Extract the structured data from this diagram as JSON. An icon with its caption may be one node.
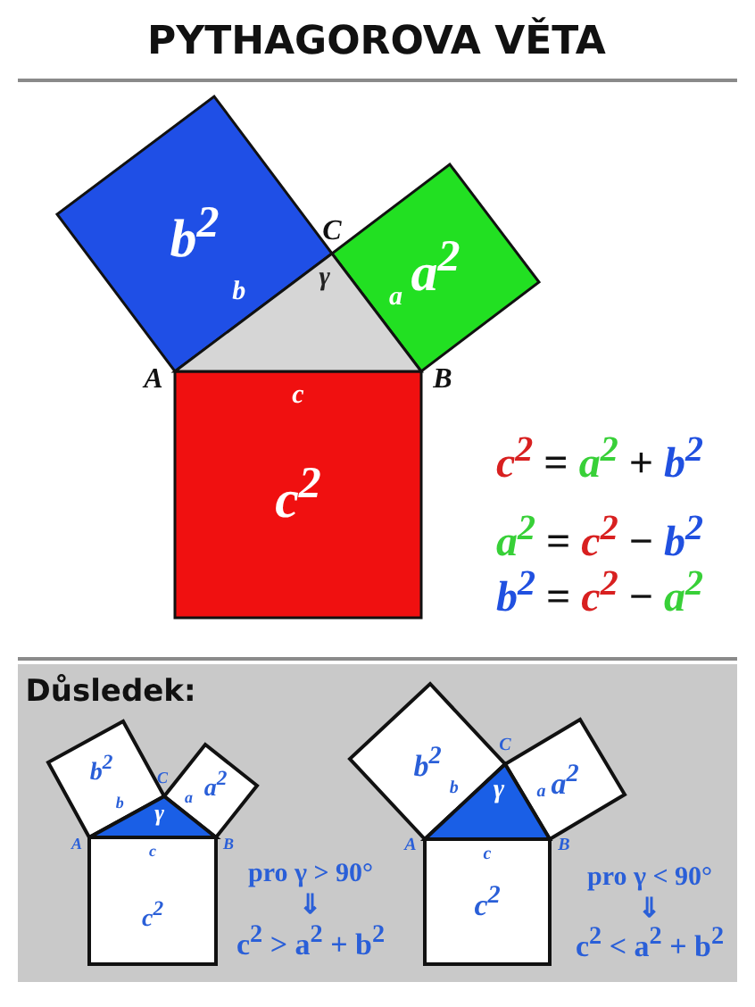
{
  "diagram": {
    "title": "PYTHAGOROVA VĚTA",
    "nodes": [
      {
        "text": [
          "b$^{2}$",
          "b"
        ]
      },
      {
        "text": [
          "γ"
        ]
      },
      {
        "text": [
          "a",
          "a$^{2}$"
        ]
      },
      {
        "text": [
          "c",
          "c$^{2}$"
        ]
      },
      {
        "text": [
          "b$^{2}$",
          "b"
        ]
      },
      {
        "text": [
          "γ"
        ]
      },
      {
        "text": [
          "a",
          "a$^{2}$"
        ]
      },
      {
        "text": [
          "c",
          "c$^{2}$"
        ]
      },
      {
        "text": [
          "b$^{2}$",
          "b"
        ]
      },
      {
        "text": [
          "γ"
        ]
      },
      {
        "text": [
          "a",
          "a$^{2}$"
        ]
      },
      {
        "text": [
          "c",
          "c$^{2}$"
        ]
      }
    ],
    "labels": [
      "C",
      "A",
      "B",
      "c$^{2}$ = a$^{2}$ + b$^{2}$",
      "a$^{2}$ = c$^{2}$ − b$^{2}$",
      "b$^{2}$ = c$^{2}$ − a$^{2}$",
      "Důsledek:",
      "C",
      "A",
      "B",
      "pro γ > 90°",
      "⇓",
      "c$^{2}$ > a$^{2}$ + b$^{2}$",
      "C",
      "A",
      "B",
      "pro γ < 90°",
      "⇓",
      "c$^{2}$ < a$^{2}$ + b$^{2}$"
    ]
  }
}
